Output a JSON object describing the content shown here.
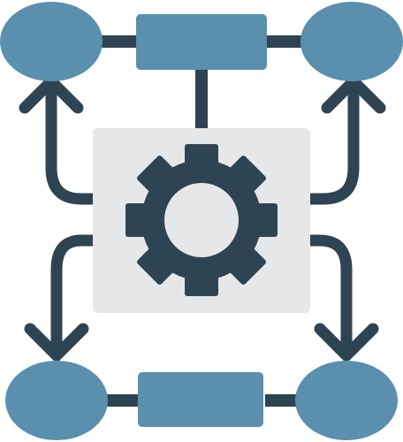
{
  "diagram": {
    "description_free": true,
    "palette": {
      "node_fill": "#5A8FAE",
      "line": "#2E4453",
      "panel": "#E6E7E8",
      "gear": "#2E4453",
      "gear_hole": "#E6E7E8"
    },
    "icons": [
      "gear-icon"
    ],
    "nodes": [
      "top-left-ellipse",
      "top-rect",
      "top-right-ellipse",
      "bottom-left-ellipse",
      "bottom-rect",
      "bottom-right-ellipse"
    ],
    "arrows": [
      "arrow-up-left",
      "arrow-up-right",
      "arrow-down-left",
      "arrow-down-right"
    ]
  }
}
